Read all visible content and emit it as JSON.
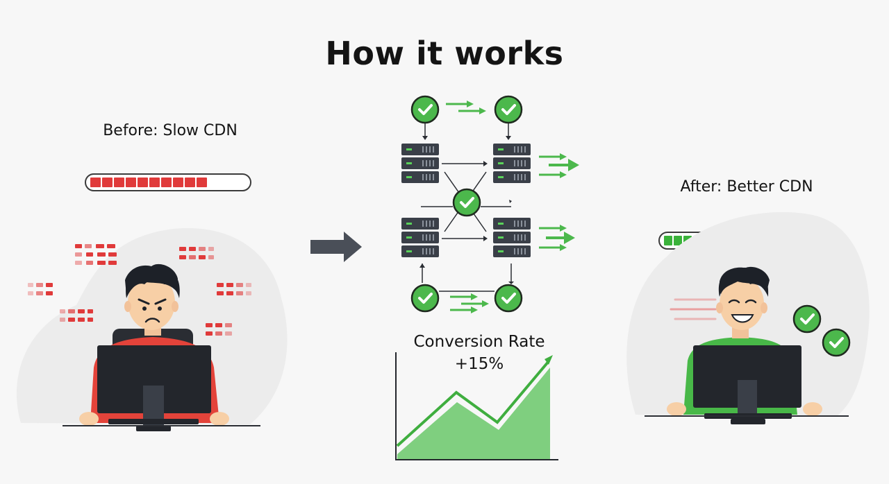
{
  "title": "How it works",
  "before": {
    "label": "Before: Slow CDN",
    "progress": 0.75,
    "progress_segments": 10,
    "color": "#e03a3a"
  },
  "after": {
    "label": "After: Better CDN",
    "progress": 0.7,
    "progress_segments": 11,
    "color": "#3ab23a"
  },
  "conversion": {
    "title": "Conversion Rate",
    "value": "+15%"
  },
  "colors": {
    "check_green": "#4cb84c",
    "server_dark": "#3a3f48",
    "arrow_dark": "#4a4f58",
    "chart_fill": "#7fcf7f",
    "chart_line": "#3fae3f",
    "blob": "#ececec"
  },
  "icons": [
    "check-icon",
    "server-icon",
    "arrow-right-icon",
    "monitor-icon"
  ]
}
